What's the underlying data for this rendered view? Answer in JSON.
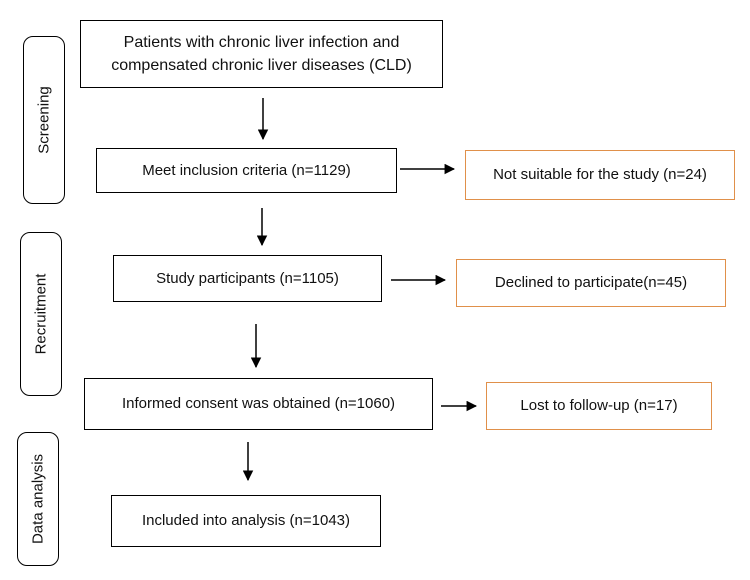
{
  "stages": {
    "screening": "Screening",
    "recruitment": "Recruitment",
    "analysis": "Data analysis"
  },
  "boxes": {
    "patients_line1": "Patients with chronic liver infection and",
    "patients_line2": "compensated chronic liver diseases (CLD)",
    "inclusion": "Meet inclusion criteria (n=1129)",
    "not_suitable": "Not suitable for the study (n=24)",
    "participants": "Study participants  (n=1105)",
    "declined": "Declined to participate(n=45)",
    "consent": "Informed consent was obtained (n=1060)",
    "lost": "Lost to follow-up (n=17)",
    "analysis": "Included into analysis (n=1043)"
  },
  "colors": {
    "main_border": "#000000",
    "exclusion_border": "#e0904a"
  }
}
